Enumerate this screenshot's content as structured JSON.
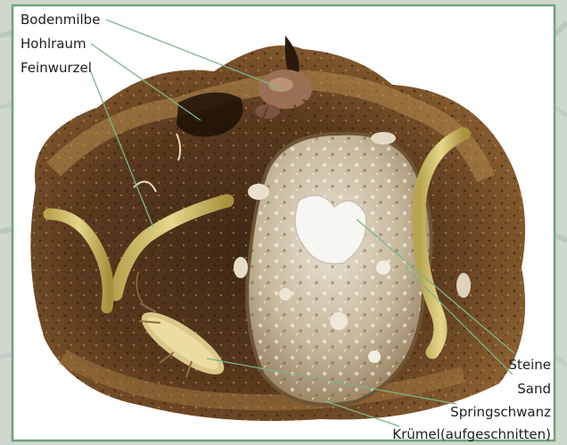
{
  "labels": {
    "bodenmilbe": "Bodenmilbe",
    "hohlraum": "Hohlraum",
    "feinwurzel": "Feinwurzel",
    "steine": "Steine",
    "sand": "Sand",
    "springschwanz": "Springschwanz",
    "kruemel": "Krümel(aufgeschnitten)"
  },
  "colors": {
    "outer_background": "#cfd8cf",
    "panel": "#ffffff",
    "panel_border": "#6fa27a",
    "leader_line": "#7fb38b",
    "soil_dark": "#5a3a1e",
    "soil_light": "#b58a4e",
    "root": "#d8c56a",
    "crumb": "#cdb99a"
  }
}
